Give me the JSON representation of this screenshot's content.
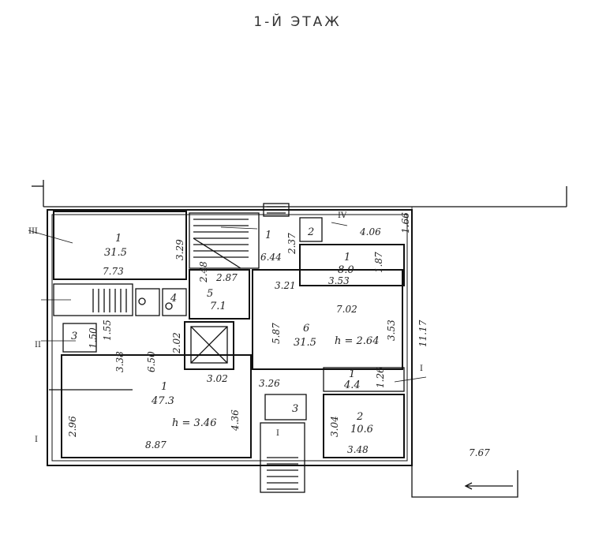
{
  "title": "1-Й ЭТАЖ",
  "sections": {
    "s1": "I",
    "s2": "II",
    "s3": "III",
    "s4": "IV"
  },
  "rooms": {
    "r1_top": {
      "num": "1",
      "area": "31.5"
    },
    "r1_stair": {
      "num": "1"
    },
    "r2_small": {
      "num": "2"
    },
    "r1_right": {
      "num": "1",
      "area": "8.0"
    },
    "r4": {
      "num": "4"
    },
    "r5": {
      "num": "5",
      "area": "7.1"
    },
    "r6": {
      "num": "6",
      "area": "31.5",
      "height": "h = 2.64"
    },
    "r3_left": {
      "num": "3"
    },
    "r1_big": {
      "num": "1",
      "area": "47.3",
      "height": "h = 3.46"
    },
    "r1_small": {
      "num": "1",
      "area": "4.4"
    },
    "r2_br": {
      "num": "2",
      "area": "10.6"
    },
    "r3_center": {
      "num": "3"
    }
  },
  "dimensions": {
    "d_329": "3.29",
    "d_773": "7.73",
    "d_644": "6.44",
    "d_237": "2.37",
    "d_406": "4.06",
    "d_166": "1.66",
    "d_353a": "3.53",
    "d_187": "1.87",
    "d_248": "2.48",
    "d_287": "2.87",
    "d_321": "3.21",
    "d_702": "7.02",
    "d_587": "5.87",
    "d_353b": "3.53",
    "d_1117": "11.17",
    "d_150": "1.50",
    "d_155": "1.55",
    "d_338": "3.38",
    "d_650": "6.50",
    "d_202": "2.02",
    "d_302": "3.02",
    "d_326": "3.26",
    "d_126": "1.26",
    "d_296": "2.96",
    "d_436": "4.36",
    "d_887": "8.87",
    "d_304": "3.04",
    "d_348": "3.48",
    "d_767": "7.67"
  }
}
